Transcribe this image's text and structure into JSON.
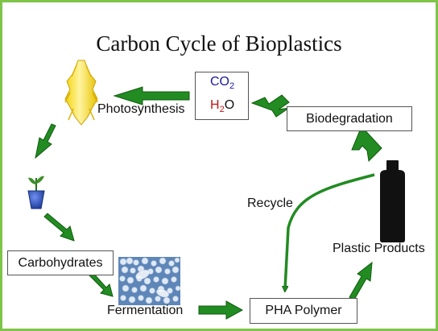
{
  "title": "Carbon Cycle of Bioplastics",
  "nodes": {
    "co2": {
      "c": "CO",
      "c_sub": "2"
    },
    "h2o": {
      "h": "H",
      "h_sub": "2",
      "o": "O"
    },
    "biodegradation": "Biodegradation",
    "carbohydrates": "Carbohydrates",
    "pha_polymer": "PHA Polymer",
    "plastic_products": "Plastic Products"
  },
  "labels": {
    "photosynthesis": "Photosynthesis",
    "recycle": "Recycle",
    "fermentation": "Fermentation"
  },
  "icons": [
    "corn-cob-icon",
    "seedling-pot-icon",
    "bacteria-micrograph-icon",
    "plastic-bottle-icon"
  ],
  "colors": {
    "frame_border": "#7ec44a",
    "arrow_fill": "#228b22",
    "arrow_stroke": "#0f5c0f",
    "co2_c": "#1a1a9c",
    "h2o_h2": "#c41414",
    "corn": "#f6e11e",
    "pot": "#2c4fb8",
    "bottle": "#111111"
  }
}
